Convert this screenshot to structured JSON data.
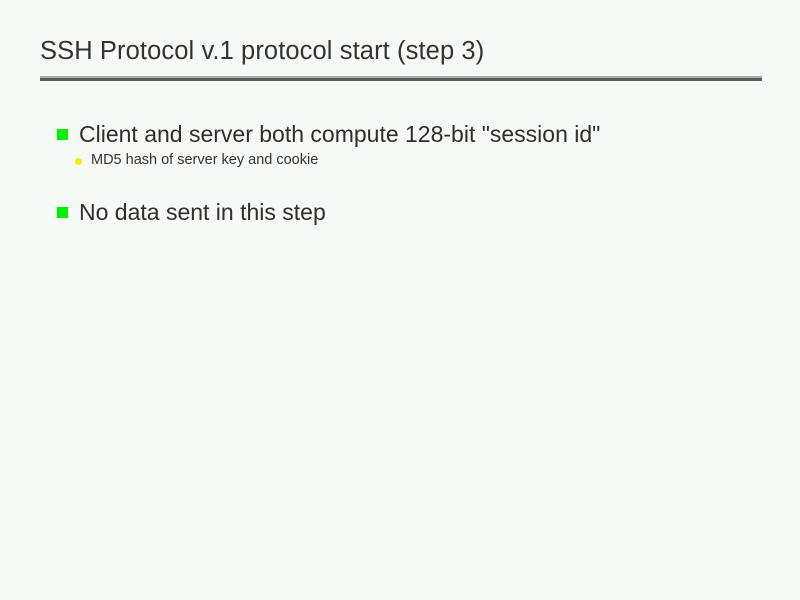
{
  "slide": {
    "title": "SSH Protocol v.1 protocol start (step 3)",
    "background_color": "#f5faf6",
    "title_color": "#333333",
    "rule_color": "#5a5a5a",
    "rule_highlight_color": "#a8b0ac",
    "bullets": [
      {
        "level": 1,
        "marker": "green-square-bullet",
        "marker_color": "#00f000",
        "text": "Client and server both compute 128-bit \"session id\""
      },
      {
        "level": 2,
        "marker": "yellow-dot-bullet",
        "marker_color": "#f2f200",
        "text": "MD5 hash of server key and cookie"
      },
      {
        "level": 1,
        "marker": "green-square-bullet",
        "marker_color": "#00f000",
        "text": "No data sent in this step"
      }
    ]
  }
}
